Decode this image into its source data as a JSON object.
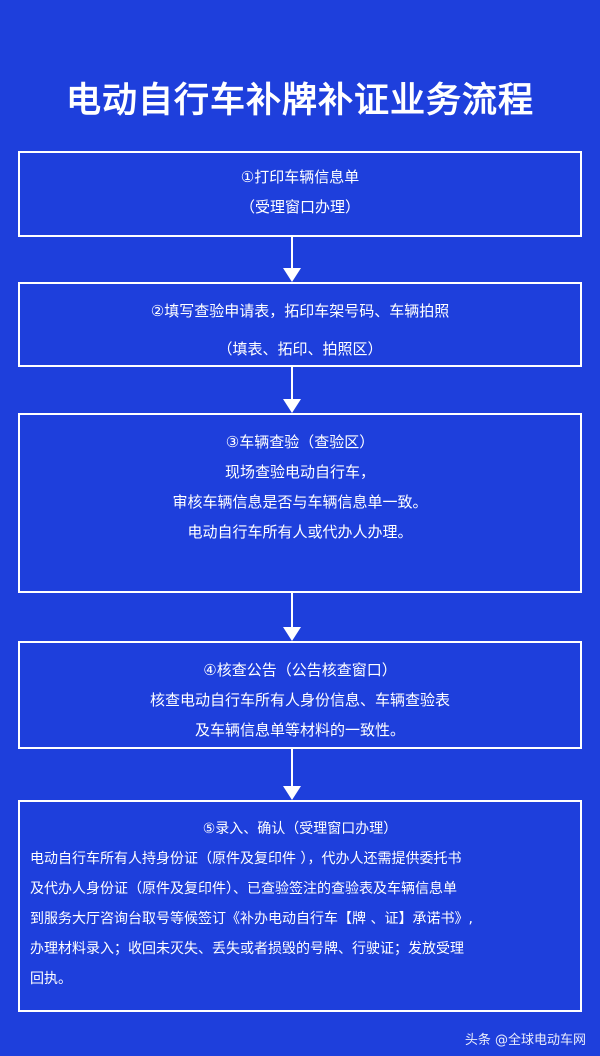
{
  "title": "电动自行车补牌补证业务流程",
  "steps": [
    {
      "lines": [
        "①打印车辆信息单",
        "（受理窗口办理）"
      ]
    },
    {
      "lines": [
        "②填写查验申请表，拓印车架号码、车辆拍照",
        "（填表、拓印、拍照区）"
      ]
    },
    {
      "lines": [
        "③车辆查验（查验区）",
        "现场查验电动自行车，",
        "审核车辆信息是否与车辆信息单一致。",
        "电动自行车所有人或代办人办理。"
      ]
    },
    {
      "lines": [
        "④核查公告（公告核查窗口）",
        "核查电动自行车所有人身份信息、车辆查验表",
        "及车辆信息单等材料的一致性。"
      ]
    },
    {
      "lines": [
        "⑤录入、确认（受理窗口办理）",
        "电动自行车所有人持身份证（原件及复印件 ），代办人还需提供委托书",
        "及代办人身份证（原件及复印件）、已查验签注的查验表及车辆信息单",
        "到服务大厅咨询台取号等候签订《补办电动自行车【牌 、证】承诺书》,",
        "办理材料录入；收回未灭失、丢失或者损毁的号牌、行驶证；发放受理",
        "回执。"
      ]
    }
  ],
  "watermark": "头条 @全球电动车网",
  "colors": {
    "background": "#1e3fdc",
    "foreground": "#ffffff"
  }
}
